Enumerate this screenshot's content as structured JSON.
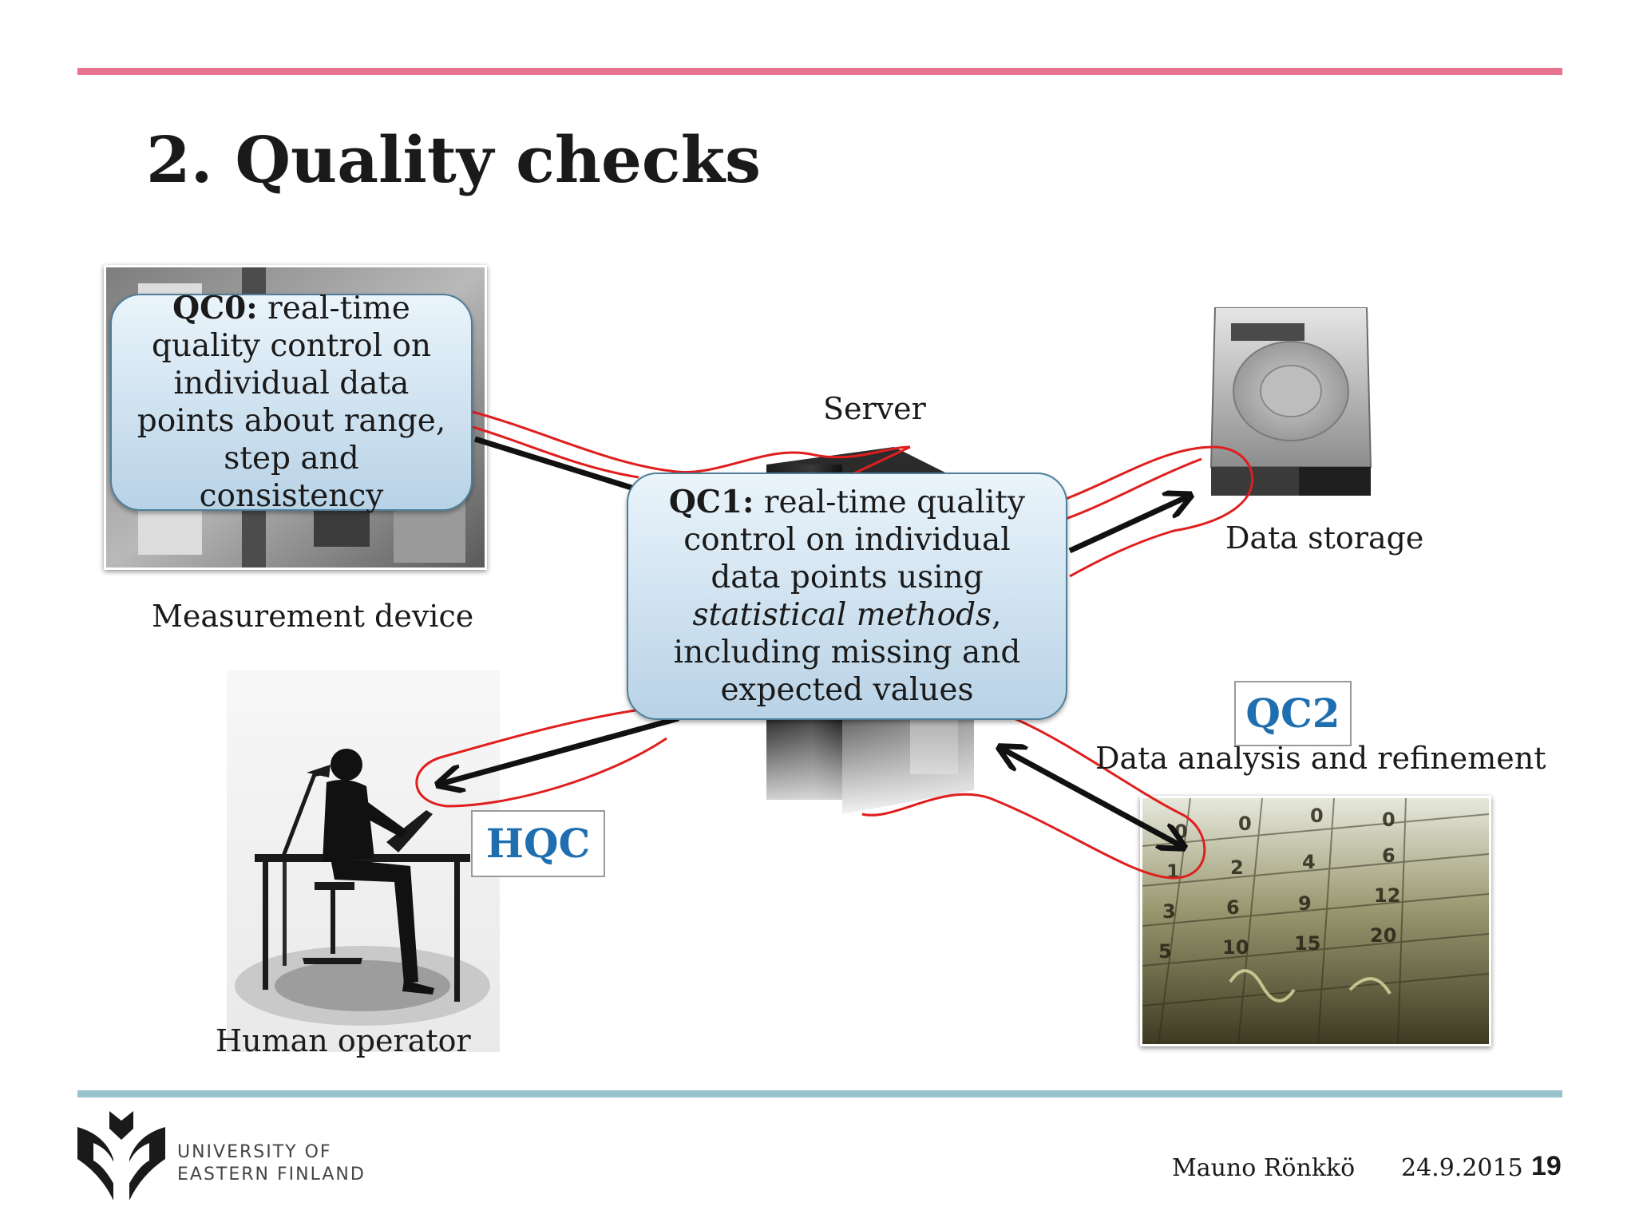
{
  "slide": {
    "title": "2. Quality checks",
    "colors": {
      "top_rule": "#e8738f",
      "bottom_rule": "#97c4cc",
      "tag_text": "#1f6fb0",
      "arrow_red": "#e01e1e"
    }
  },
  "qc0": {
    "bold": "QC0:",
    "text": " real-time quality control on individual data points about range, step and consistency"
  },
  "qc1": {
    "bold": "QC1:",
    "text1": " real-time quality control on individual data points using ",
    "italic": "statistical methods",
    "text2": ", including missing and expected values"
  },
  "labels": {
    "measurement_device": "Measurement device",
    "server": "Server",
    "data_storage": "Data storage",
    "data_analysis": "Data analysis and refinement",
    "human_operator": "Human operator"
  },
  "tags": {
    "qc2": "QC2",
    "hqc": "HQC"
  },
  "footer": {
    "logo_line1": "UNIVERSITY OF",
    "logo_line2": "EASTERN FINLAND",
    "author": "Mauno Rönkkö",
    "date": "24.9.2015",
    "page": "19"
  }
}
